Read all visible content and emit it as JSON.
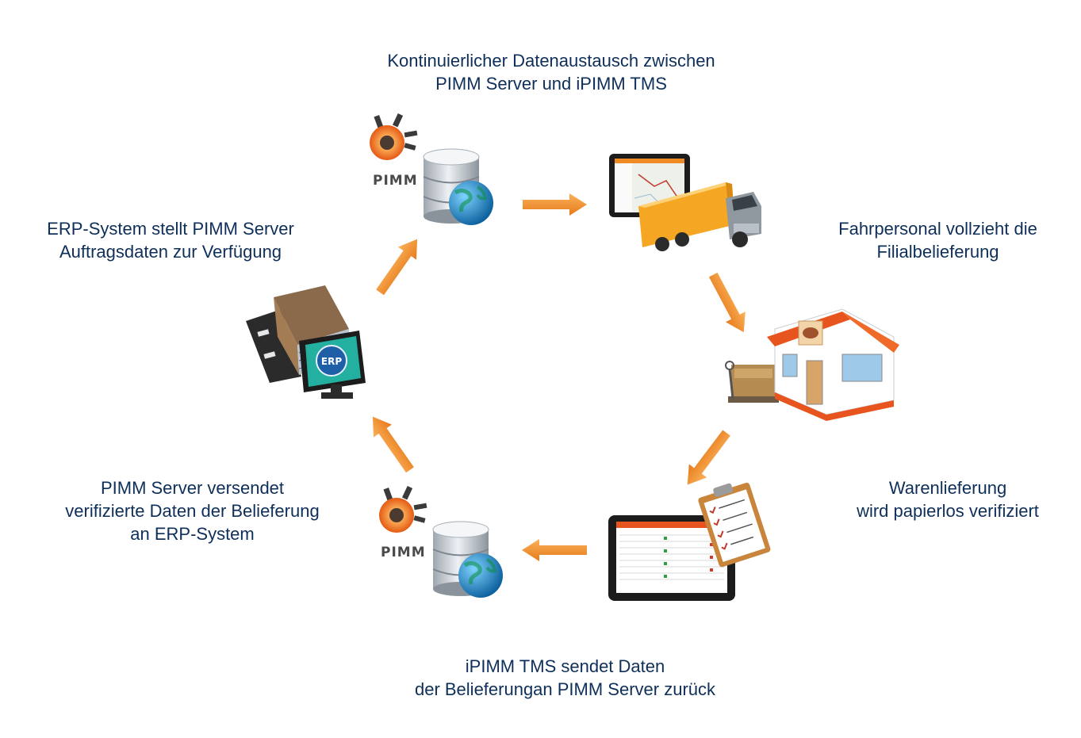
{
  "steps": {
    "top": {
      "line1": "Kontinuierlicher Datenaustausch zwischen",
      "line2": "PIMM Server und iPIMM TMS"
    },
    "driver": {
      "line1": "Fahrpersonal vollzieht die",
      "line2": "Filialbelieferung"
    },
    "delivery": {
      "line1": "Warenlieferung",
      "line2": "wird papierlos verifiziert"
    },
    "return": {
      "line1": "iPIMM TMS sendet Daten",
      "line2": "der Belieferungan PIMM Server zurück"
    },
    "send": {
      "line1": "PIMM Server versendet",
      "line2": "verifizierte Daten der Belieferung",
      "line3": "an ERP-System"
    },
    "erp": {
      "line1": "ERP-System stellt PIMM Server",
      "line2": "Auftragsdaten zur Verfügung"
    }
  },
  "icons": {
    "pimm_logo_text": "PIMM",
    "erp_badge": "ERP"
  },
  "colors": {
    "text": "#0e2f5a",
    "arrow": "#f08a24",
    "truck_cargo": "#f5a623",
    "store_accent": "#e8541e",
    "globe": "#1a8fd0"
  }
}
